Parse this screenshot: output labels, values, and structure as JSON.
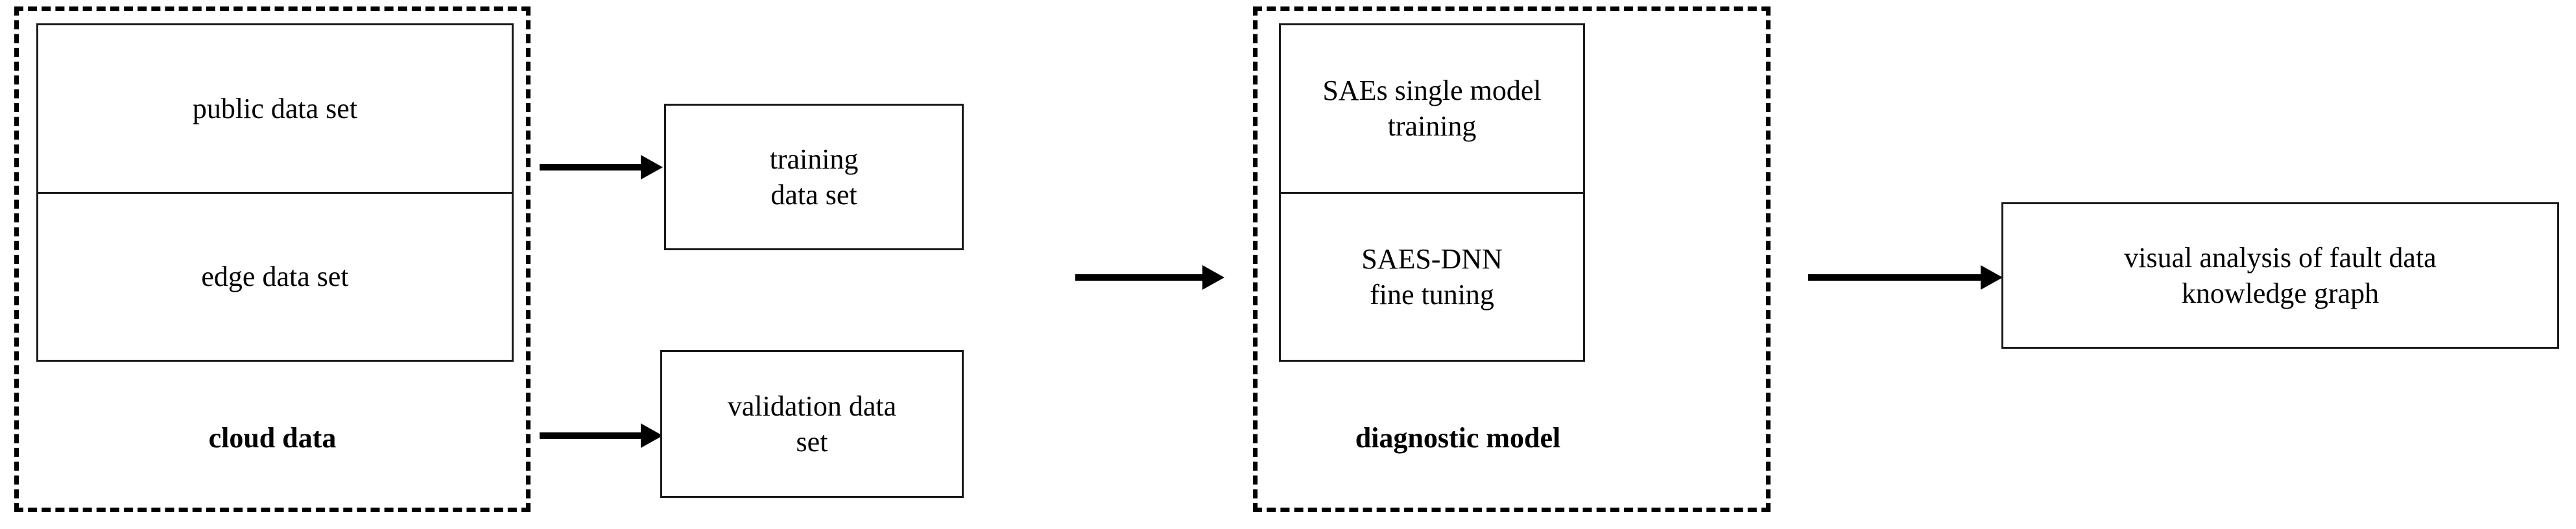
{
  "diagram": {
    "type": "flowchart",
    "orientation": "left-to-right",
    "groups": [
      {
        "id": "cloud-data",
        "label": "cloud data",
        "label_style": "bold",
        "border": "dashed",
        "items": [
          "public data set",
          "edge data set"
        ]
      },
      {
        "id": "diagnostic-model",
        "label": "diagnostic model",
        "label_style": "bold",
        "border": "dashed",
        "items": [
          "SAEs single model\ntraining",
          "SAES-DNN\nfine tuning"
        ]
      }
    ],
    "nodes": {
      "public_data_set": "public data set",
      "edge_data_set": "edge data set",
      "training_data_set_line1": "training",
      "training_data_set_line2": "data set",
      "validation_data_set_line1": "validation data",
      "validation_data_set_line2": "set",
      "saes_single_model_line1": "SAEs single model",
      "saes_single_model_line2": "training",
      "saes_dnn_line1": "SAES-DNN",
      "saes_dnn_line2": "fine tuning",
      "visual_analysis_line1": "visual analysis of fault data",
      "visual_analysis_line2": "knowledge graph"
    },
    "group_labels": {
      "cloud_data": "cloud data",
      "diagnostic_model": "diagnostic model"
    },
    "edges": [
      {
        "id": "cloud-to-training",
        "from": "cloud data",
        "to": "training data set",
        "style": "solid-arrow"
      },
      {
        "id": "cloud-to-validation",
        "from": "cloud data",
        "to": "validation data set",
        "style": "solid-arrow"
      },
      {
        "id": "data-to-model",
        "from": "data sets",
        "to": "diagnostic model",
        "style": "solid-arrow"
      },
      {
        "id": "model-to-visual",
        "from": "diagnostic model",
        "to": "visual analysis of fault data knowledge graph",
        "style": "solid-arrow"
      }
    ],
    "colors": {
      "stroke": "#000000",
      "box_stroke": "#1a1a1a",
      "background": "#ffffff",
      "text": "#000000"
    }
  }
}
